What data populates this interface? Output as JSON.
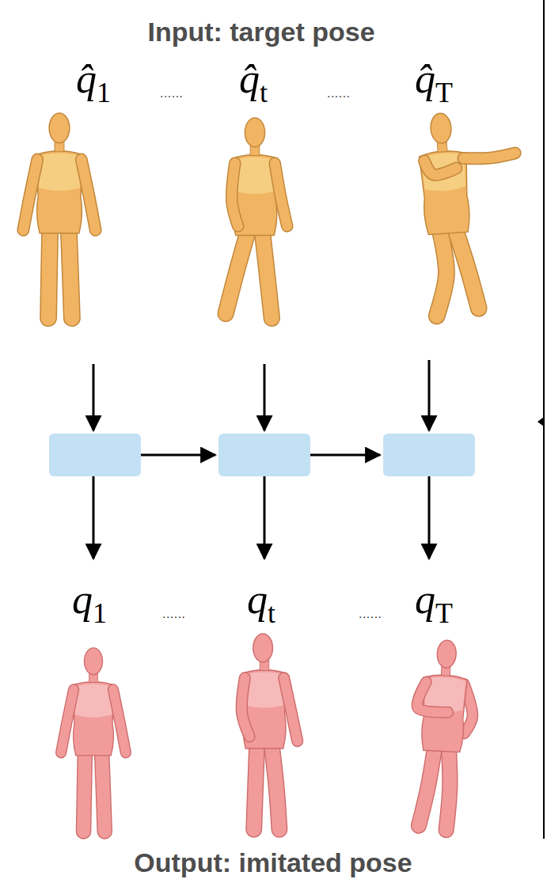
{
  "diagram": {
    "title": "Input: target pose",
    "caption": "Output: imitated pose",
    "labels": [
      "q̂1",
      "......",
      "q̂t",
      "......",
      "q̂T",
      "q1",
      "......",
      "qt",
      "......",
      "qT"
    ]
  }
}
